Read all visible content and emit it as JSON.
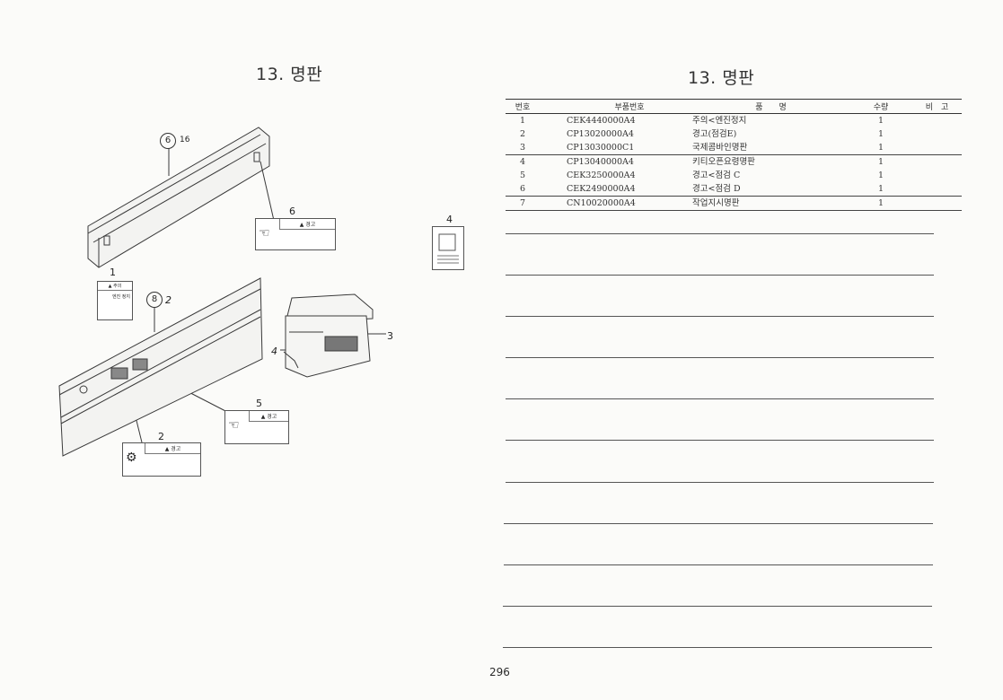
{
  "left": {
    "title": "13. 명판",
    "callouts": {
      "c6": "6",
      "c6_qty": "16",
      "c8": "8",
      "c8_qty": "2",
      "n1": "1",
      "n2": "2",
      "n3": "3",
      "n4": "4",
      "n5": "5",
      "n6": "6",
      "n4_side": "4"
    },
    "label_texts": {
      "caution": "주의",
      "engine_stop": "엔진 정지",
      "warning": "경고"
    }
  },
  "right": {
    "title": "13. 명판",
    "columns": [
      "번호",
      "부품번호",
      "품　　명",
      "수량",
      "비　고"
    ],
    "rows": [
      {
        "no": "1",
        "part": "CEK4440000A4",
        "name": "주의<엔진정지",
        "qty": "1",
        "note": ""
      },
      {
        "no": "2",
        "part": "CP13020000A4",
        "name": "경고(점검E)",
        "qty": "1",
        "note": ""
      },
      {
        "no": "3",
        "part": "CP13030000C1",
        "name": "국제콤바인명판",
        "qty": "1",
        "note": ""
      },
      {
        "no": "4",
        "part": "CP13040000A4",
        "name": "키티오픈요령명판",
        "qty": "1",
        "note": ""
      },
      {
        "no": "5",
        "part": "CEK3250000A4",
        "name": "경고<점검 C",
        "qty": "1",
        "note": ""
      },
      {
        "no": "6",
        "part": "CEK2490000A4",
        "name": "경고<점검 D",
        "qty": "1",
        "note": ""
      },
      {
        "no": "7",
        "part": "CN10020000A4",
        "name": "작업지시명판",
        "qty": "1",
        "note": ""
      }
    ]
  },
  "page_number": "296"
}
